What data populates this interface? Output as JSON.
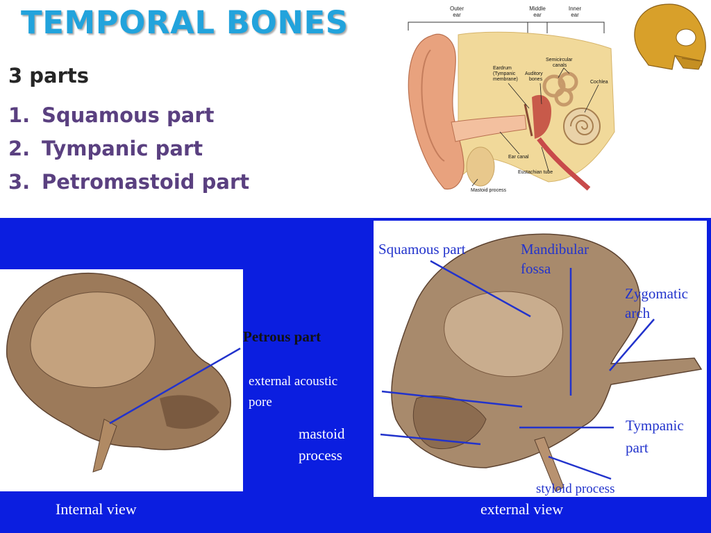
{
  "slide": {
    "title": "TEMPORAL BONES",
    "subtitle": "3 parts",
    "parts": [
      {
        "num": "1.",
        "label": "Squamous part"
      },
      {
        "num": "2.",
        "label": "Tympanic part"
      },
      {
        "num": "3.",
        "label": "Petromastoid part"
      }
    ]
  },
  "ear_diagram": {
    "regions": {
      "outer": [
        "Outer",
        "ear"
      ],
      "middle": [
        "Middle",
        "ear"
      ],
      "inner": [
        "Inner",
        "ear"
      ]
    },
    "labels": {
      "eardrum": [
        "Eardrum",
        "(Tympanic",
        "membrane)"
      ],
      "auditory_bones": [
        "Auditory",
        "bones"
      ],
      "semicircular_canals": [
        "Semicircular",
        "canals"
      ],
      "cochlea": "Cochlea",
      "ear_canal": "Ear canal",
      "eustachian_tube": "Eustachian tube",
      "mastoid_process": "Mastoid process"
    }
  },
  "bone_photos": {
    "internal": {
      "caption": "Internal  view",
      "labels": {
        "petrous_part": "Petrous  part",
        "external_acoustic_pore": [
          "external acoustic",
          "pore"
        ],
        "mastoid_process": [
          "mastoid",
          "process"
        ]
      }
    },
    "external": {
      "caption": "external view",
      "labels": {
        "squamous_part": "Squamous part",
        "mandibular_fossa": [
          "Mandibular",
          "fossa"
        ],
        "zygomatic_arch": [
          "Zygomatic",
          "arch"
        ],
        "tympanic_part": [
          "Tympanic",
          "part"
        ],
        "styloid_process": "styloid process"
      }
    }
  },
  "colors": {
    "title": "#22a3dc",
    "list_text": "#5a4080",
    "panel_blue": "#0b1ee0",
    "label_blue": "#2233cc",
    "skull": "#d8a02a"
  }
}
